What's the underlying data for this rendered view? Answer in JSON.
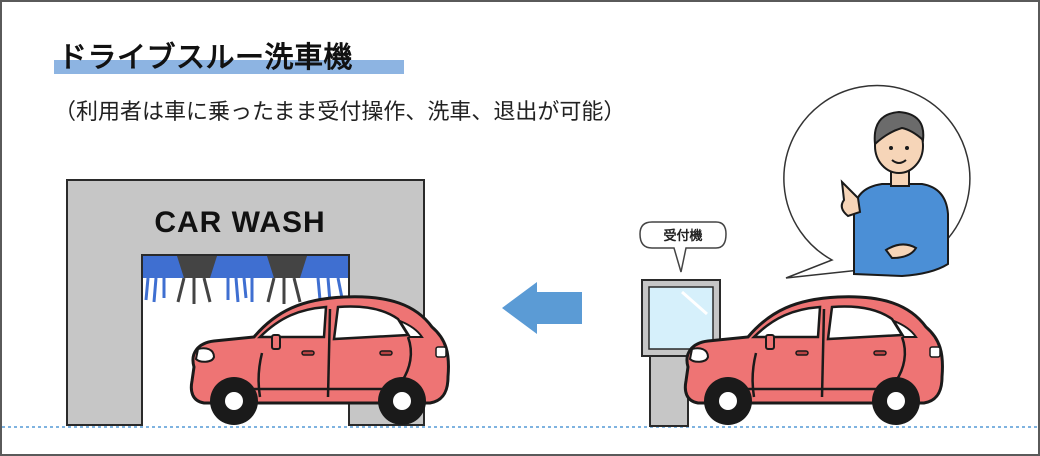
{
  "header": {
    "title": "ドライブスルー洗車機",
    "subtitle": "（利用者は車に乗ったまま受付操作、洗車、退出が可能）"
  },
  "illustration": {
    "car_wash_sign": "CAR WASH",
    "kiosk_bubble": "受付機",
    "arrow_direction": "left",
    "icons": [
      "car-wash-gate-icon",
      "car-icon",
      "arrow-left-icon",
      "kiosk-icon",
      "person-icon",
      "speech-bubble-icon"
    ]
  },
  "colors": {
    "accent_underline": "#8db4e2",
    "car_red": "#ee7474",
    "arrow_blue": "#5b9bd5",
    "gate_gray": "#c6c6c6",
    "brush_blue": "#3f6fd1",
    "shirt_blue": "#4b8fd6",
    "ground_line": "#7fb3e0"
  }
}
